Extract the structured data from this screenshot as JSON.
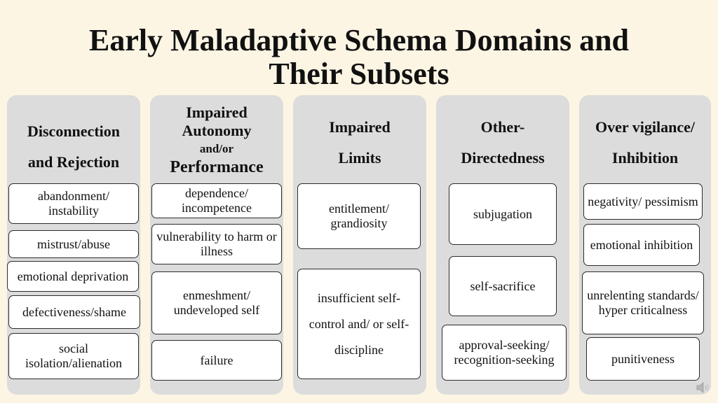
{
  "title_lines": [
    "Early Maladaptive Schema Domains and",
    "Their Subsets"
  ],
  "columns": [
    {
      "heading": [
        "Disconnection",
        "and Rejection"
      ],
      "items": [
        "abandonment/ instability",
        "mistrust/abuse",
        "emotional deprivation",
        "defectiveness/shame",
        "social isolation/alienation"
      ]
    },
    {
      "heading": [
        "Impaired",
        "Autonomy",
        "and/or",
        "Performance"
      ],
      "items": [
        "dependence/ incompetence",
        "vulnerability to harm or illness",
        "enmeshment/ undeveloped self",
        "failure"
      ]
    },
    {
      "heading": [
        "Impaired",
        "Limits"
      ],
      "items": [
        "entitlement/ grandiosity",
        "insufficient self-control and/ or self-discipline"
      ]
    },
    {
      "heading": [
        "Other-",
        "Directedness"
      ],
      "items": [
        "subjugation",
        "self-sacrifice",
        "approval-seeking/ recognition-seeking"
      ]
    },
    {
      "heading": [
        "Over vigilance/",
        "Inhibition"
      ],
      "items": [
        "negativity/ pessimism",
        "emotional inhibition",
        "unrelenting standards/ hyper criticalness",
        "punitiveness"
      ]
    }
  ],
  "icons": {
    "audio": "speaker-icon"
  }
}
